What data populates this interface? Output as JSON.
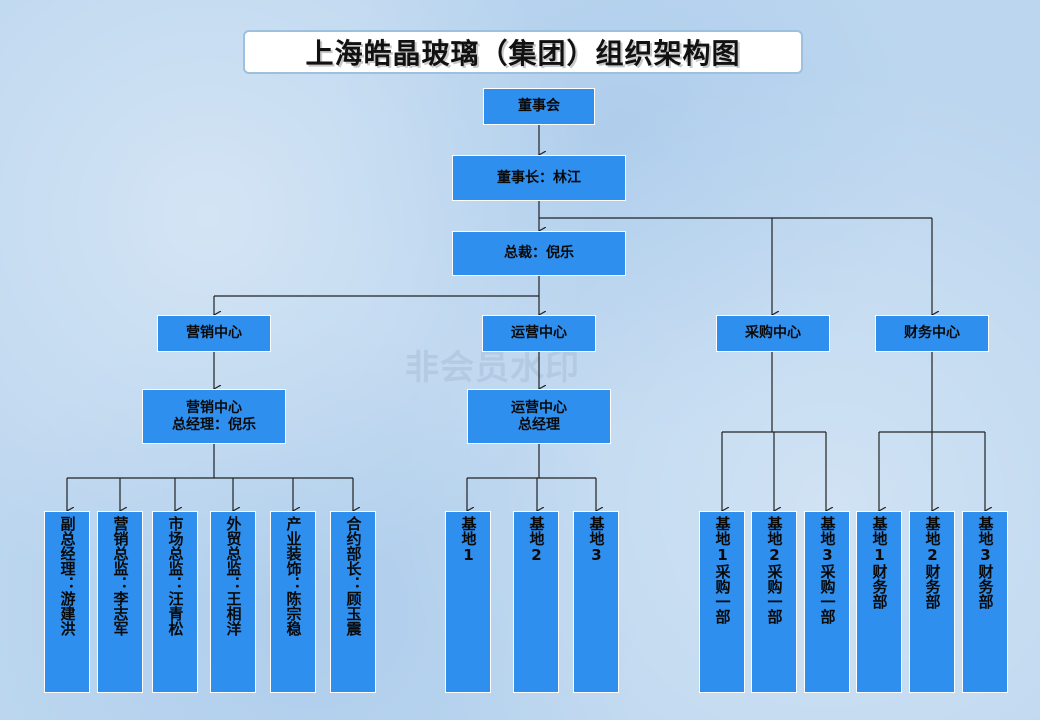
{
  "title": "上海皓晶玻璃（集团）组织架构图",
  "watermark": "非会员水印",
  "nodes": {
    "board": "董事会",
    "chairman": "董事长：林江",
    "president": "总裁：倪乐",
    "marketing_center": "营销中心",
    "operations_center": "运营中心",
    "purchasing_center": "采购中心",
    "finance_center": "财务中心",
    "marketing_gm_line1": "营销中心",
    "marketing_gm_line2": "总经理：倪乐",
    "operations_gm_line1": "运营中心",
    "operations_gm_line2": "总经理"
  },
  "marketing_roles": [
    "副总经理：游建洪",
    "营销总监：李志军",
    "市场总监：汪青松",
    "外贸总监：王相洋",
    "产业装饰：陈宗稳",
    "合约部长：顾玉震"
  ],
  "operations_bases": [
    "基地1",
    "基地2",
    "基地3"
  ],
  "purchasing_units": [
    "基地1采购一部",
    "基地2采购一部",
    "基地3采购一部"
  ],
  "finance_units": [
    "基地1财务部",
    "基地2财务部",
    "基地3财务部"
  ]
}
